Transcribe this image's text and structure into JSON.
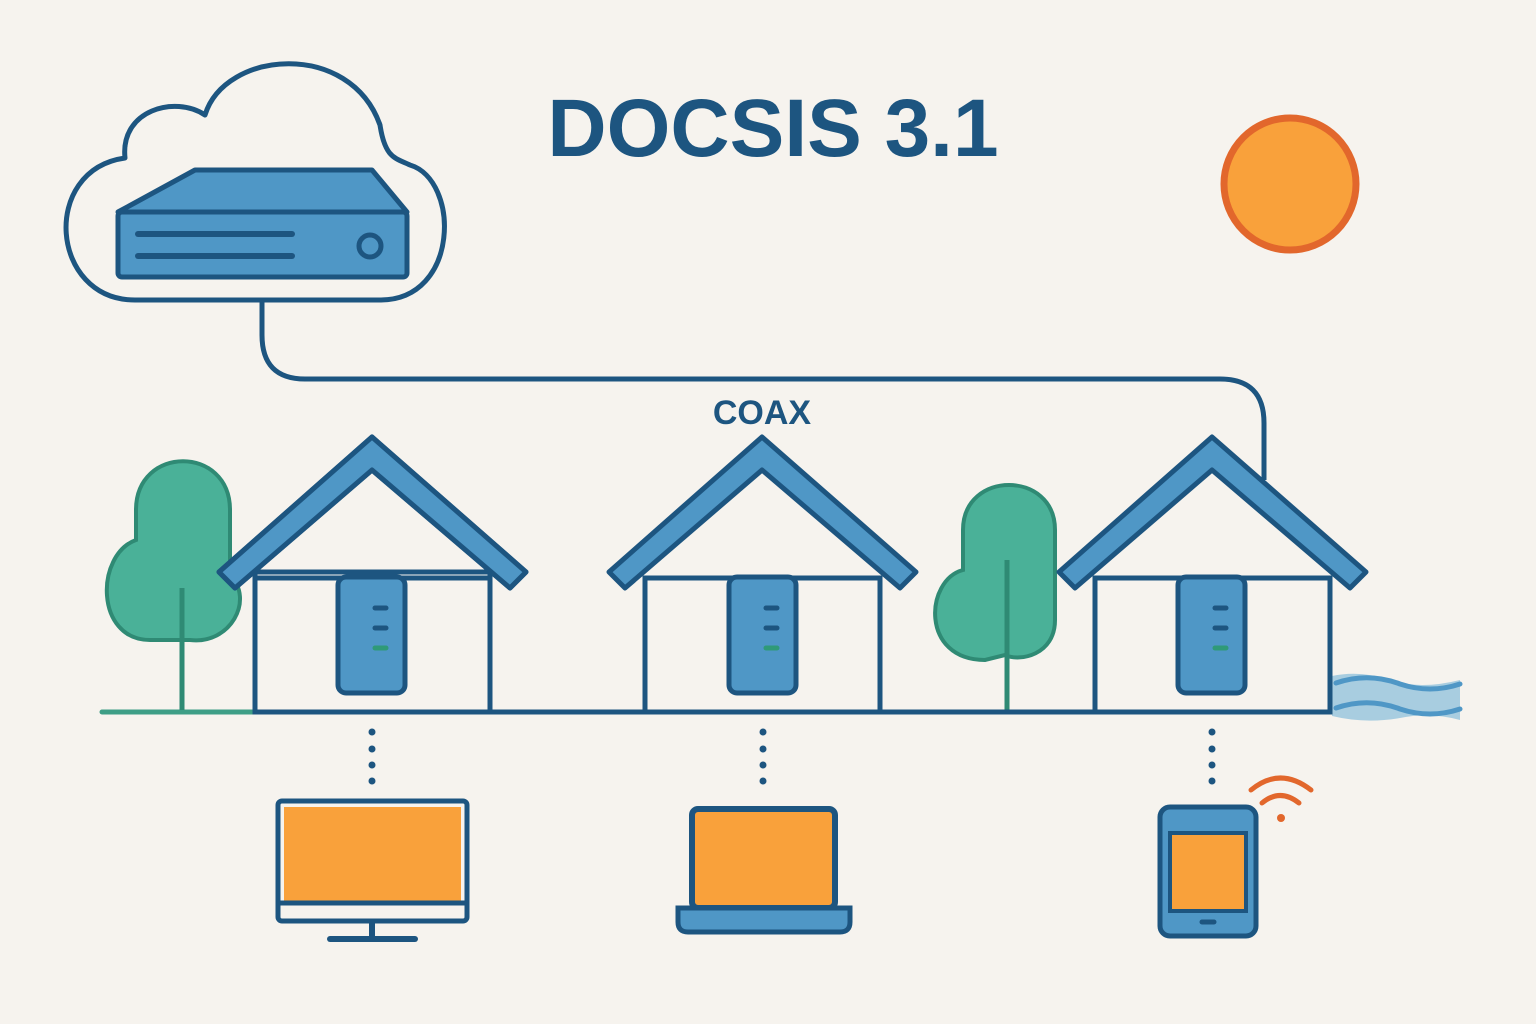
{
  "diagram": {
    "title": "DOCSIS 3.1",
    "cable_label": "COAX"
  },
  "nodes": [
    {
      "id": "cmts",
      "kind": "headend-server-in-cloud"
    },
    {
      "id": "house-1",
      "kind": "house-with-cable-modem",
      "device": "desktop-monitor"
    },
    {
      "id": "house-2",
      "kind": "house-with-cable-modem",
      "device": "laptop"
    },
    {
      "id": "house-3",
      "kind": "house-with-cable-modem",
      "device": "tablet-with-wifi"
    }
  ],
  "icons": [
    "cloud-icon",
    "server-icon",
    "sun-icon",
    "tree-icon",
    "house-icon",
    "cable-modem-icon",
    "monitor-icon",
    "laptop-icon",
    "tablet-icon",
    "wifi-icon",
    "water-icon"
  ],
  "colors": {
    "background": "#f6f3ee",
    "outline": "#1d5580",
    "blue_fill": "#4f97c6",
    "orange": "#f9a13b",
    "sun_outline": "#e2672c",
    "tree_green": "#4ab198",
    "ground_green": "#3e9e86",
    "water": "#a8cde0",
    "wifi": "#e2672c",
    "led_green": "#2f9a78"
  }
}
